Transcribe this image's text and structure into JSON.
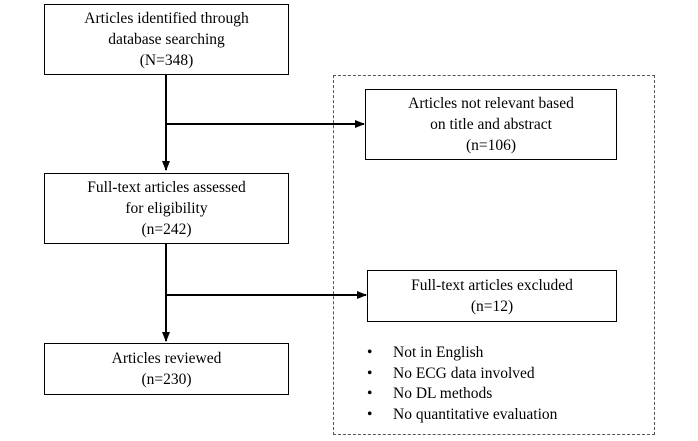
{
  "boxes": {
    "identified": [
      "Articles identified through",
      "database searching",
      "(N=348)"
    ],
    "not_relevant": [
      "Articles not relevant based",
      "on title and abstract",
      "(n=106)"
    ],
    "assessed": [
      "Full-text articles assessed",
      "for eligibility",
      "(n=242)"
    ],
    "excluded": [
      "Full-text articles excluded",
      "(n=12)"
    ],
    "reviewed": [
      "Articles reviewed",
      "(n=230)"
    ]
  },
  "exclusion_reasons": [
    "Not in English",
    "No ECG data involved",
    "No DL methods",
    "No quantitative evaluation"
  ],
  "bullet_symbol": "•",
  "colors": {
    "line": "#000000",
    "dashed_border": "#555555"
  }
}
